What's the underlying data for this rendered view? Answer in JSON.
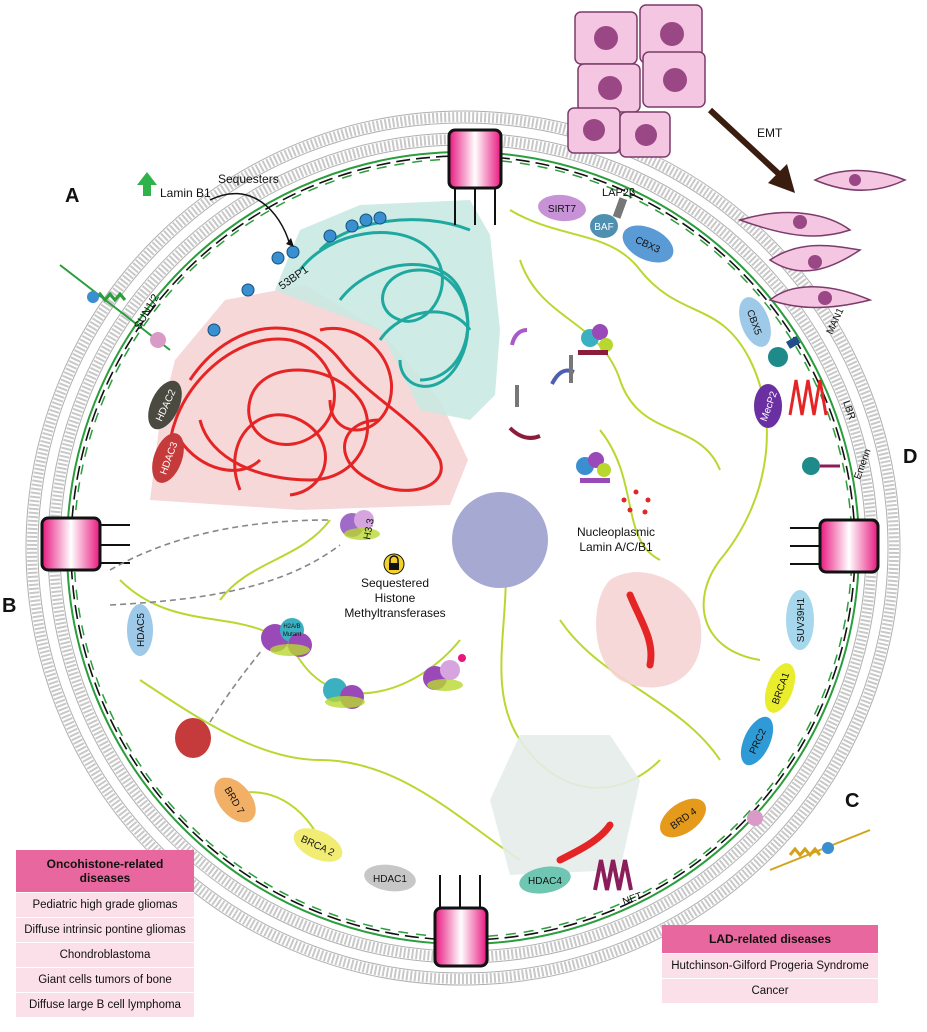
{
  "panel_letters": {
    "a": "A",
    "b": "B",
    "c": "C",
    "d": "D"
  },
  "annotations": {
    "lamin_b1": "Lamin B1",
    "sequesters": "Sequesters",
    "emt": "EMT",
    "nucleoplasmic_1": "Nucleoplasmic",
    "nucleoplasmic_2": "Lamin A/C/B1",
    "sequestered_1": "Sequestered",
    "sequestered_2": "Histone",
    "sequestered_3": "Methyltransferases"
  },
  "proteins": {
    "bp53": "53BP1",
    "sun": "SUN1/2",
    "hdac2": "HDAC2",
    "hdac3": "HDAC3",
    "hdac5": "HDAC5",
    "h33": "H3.3",
    "h2ab": "H2A/B",
    "mutant": "Mutant",
    "brd7": "BRD 7",
    "brca2": "BRCA 2",
    "hdac1": "HDAC1",
    "hdac4": "HDAC4",
    "net": "NET",
    "brd4": "BRD 4",
    "prc2": "PRC2",
    "brca1": "BRCA1",
    "suv": "SUV39H1",
    "emerin": "Emerin",
    "lbr": "LBR",
    "mecp2": "MecP2",
    "man1": "MAN1",
    "cbx5": "CBX5",
    "cbx3": "CBX3",
    "baf": "BAF",
    "lap2b": "LAP2β",
    "sirt7": "SIRT7"
  },
  "oncohistone_table": {
    "title": "Oncohistone-related diseases",
    "rows": [
      "Pediatric high grade gliomas",
      "Diffuse intrinsic pontine gliomas",
      "Chondroblastoma",
      "Giant cells tumors of bone",
      "Diffuse large B cell lymphoma"
    ]
  },
  "lad_table": {
    "title": "LAD-related diseases",
    "rows": [
      "Hutchinson-Gilford Progeria Syndrome",
      "Cancer"
    ]
  },
  "colors": {
    "pore": "#e8177f",
    "membrane": "#b5b5b5",
    "lamina": "#2a9d3c",
    "red_chromatin": "#e52525",
    "teal_chromatin": "#1ea8a0",
    "yellow_chromatin": "#b8d830",
    "nucleolus": "#a6a9d2",
    "table_head": "#e8679e",
    "table_row": "#fbe0ea"
  }
}
